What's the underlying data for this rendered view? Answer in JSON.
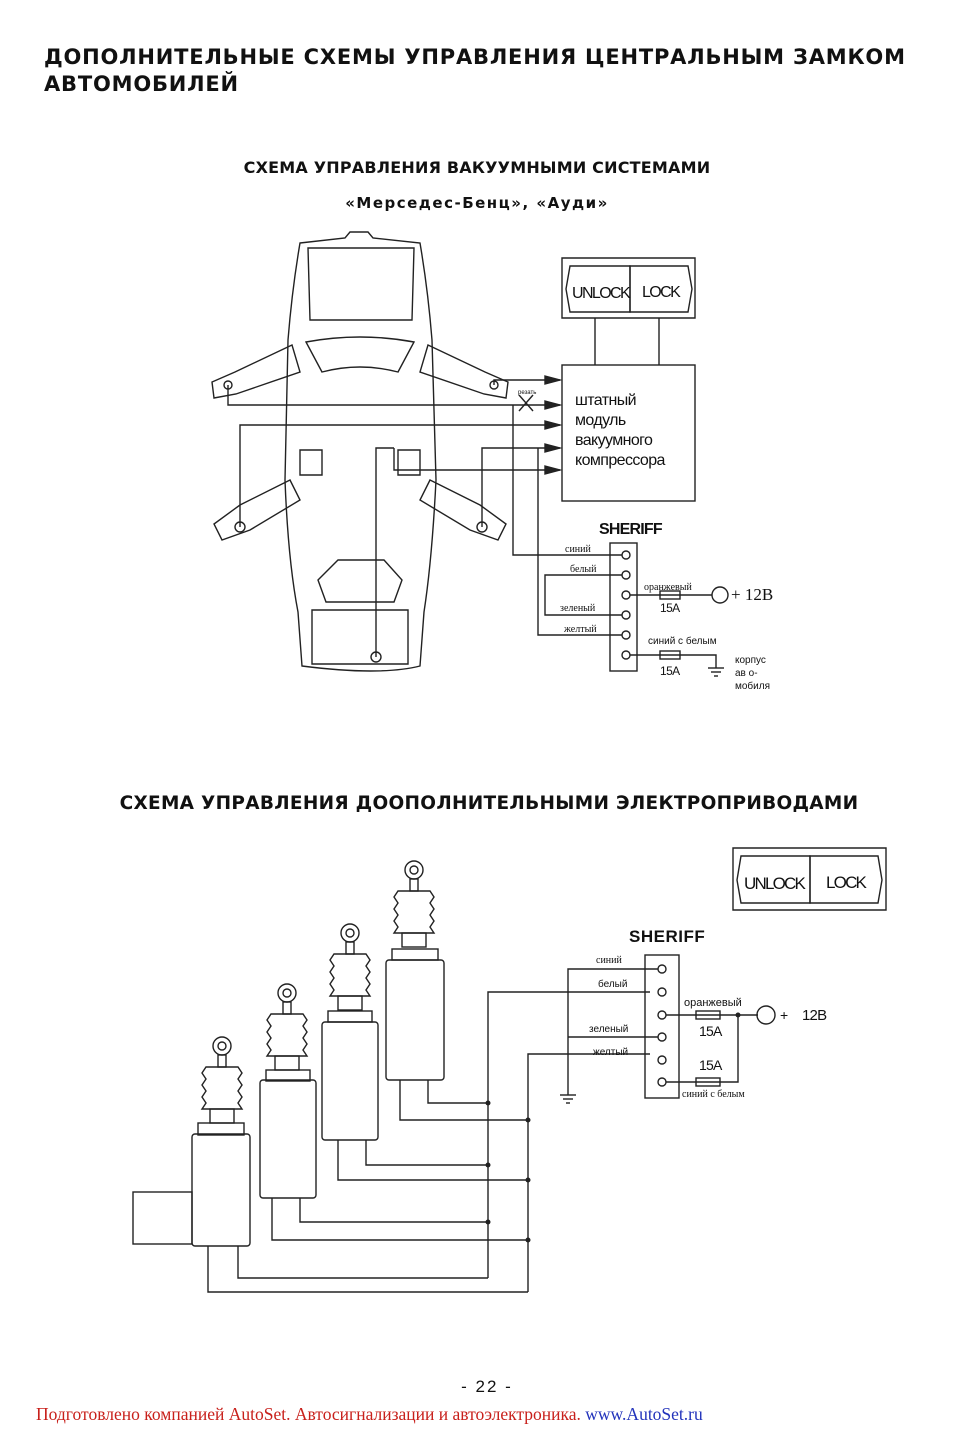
{
  "page": {
    "title_lines": [
      "ДОПОЛНИТЕЛЬНЫЕ СХЕМЫ УПРАВЛЕНИЯ ЦЕНТРАЛЬНЫМ ЗАМКОМ",
      "АВТОМОБИЛЕЙ"
    ],
    "page_number": "- 22 -"
  },
  "diagram1": {
    "heading": "СХЕМА УПРАВЛЕНИЯ ВАКУУМНЫМИ СИСТЕМАМИ",
    "subheading": "«Мерседес-Бенц», «Ауди»",
    "remote": {
      "unlock_label": "UNLOCK",
      "lock_label": "LOCK"
    },
    "module_lines": [
      "штатный",
      "модуль",
      "вакуумного",
      "компрессора"
    ],
    "cut_label": "резать",
    "sheriff_label": "SHERIFF",
    "wires": {
      "blue": "синий",
      "white": "белый",
      "orange": "оранжевый",
      "green": "зеленый",
      "yellow": "желтый",
      "blue_white": "синий с белым"
    },
    "fuse_1": "15A",
    "fuse_2": "15A",
    "power": "+ 12В",
    "ground_lines": [
      "корпус",
      "ав о-",
      "мобиля"
    ]
  },
  "diagram2": {
    "heading": "СХЕМА УПРАВЛЕНИЯ ДООПОЛНИТЕЛЬНЫМИ ЭЛЕКТРОПРИВОДАМИ",
    "remote": {
      "unlock_label": "UNLOCK",
      "lock_label": "LOCK"
    },
    "sheriff_label": "SHERIFF",
    "wires": {
      "blue": "синий",
      "white": "белый",
      "orange": "оранжевый",
      "green": "зеленый",
      "yellow": "желтый",
      "blue_white": "синий с белым"
    },
    "fuse_1": "15A",
    "fuse_2": "15A",
    "power_sign": "+",
    "power": "12В"
  },
  "footer": {
    "text": "Подготовлено компанией AutoSet. Автосигнализации и автоэлектроника.",
    "link": "www.AutoSet.ru"
  }
}
